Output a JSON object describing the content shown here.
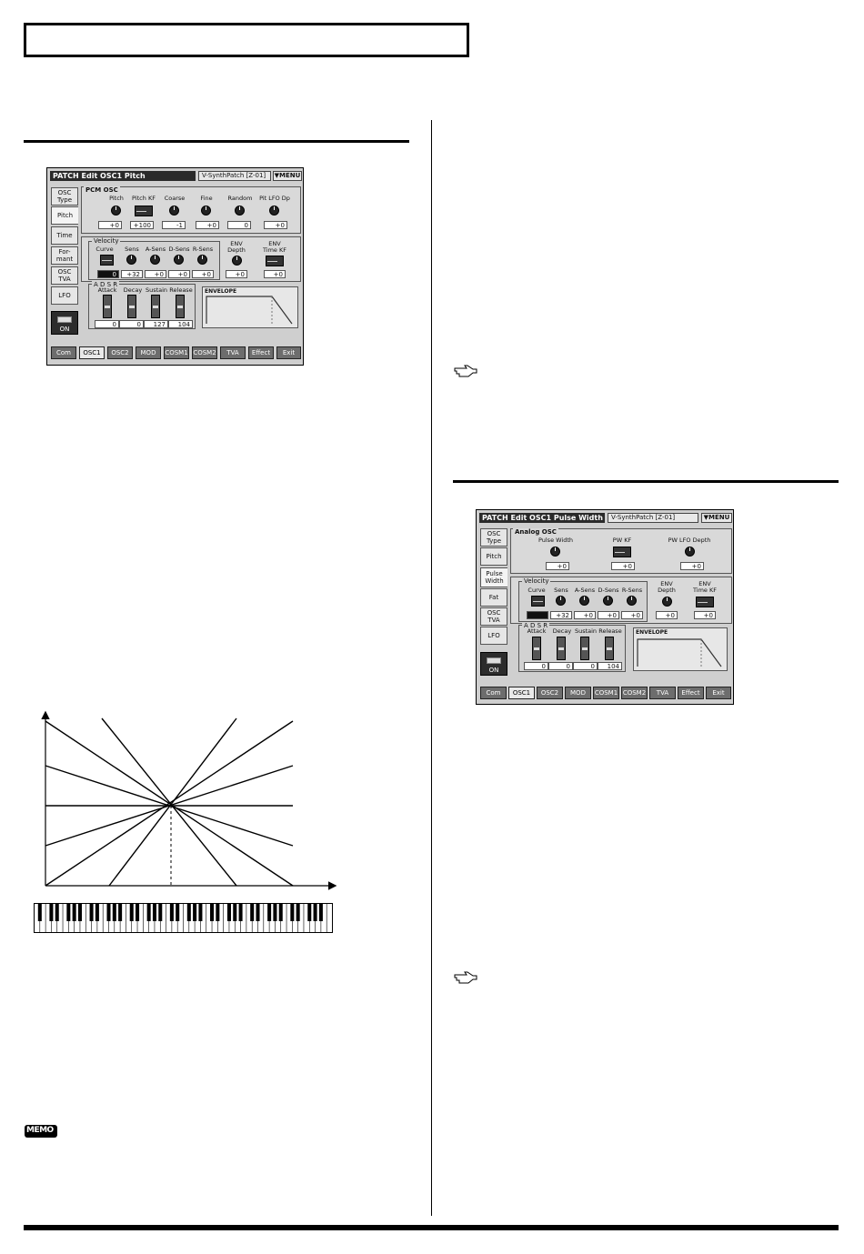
{
  "screen_pitch": {
    "title": "PATCH Edit OSC1 Pitch",
    "patch": "V-SynthPatch [Z-01]",
    "menu": "▼MENU",
    "side_tabs": [
      "OSC\nType",
      "Pitch",
      "Time",
      "For-\nmant",
      "OSC\nTVA",
      "LFO"
    ],
    "on_label": "ON",
    "group_top": "PCM OSC",
    "top_params": [
      {
        "label": "Pitch",
        "value": "+0"
      },
      {
        "label": "Pitch KF",
        "value": "+100"
      },
      {
        "label": "Coarse",
        "value": "-1"
      },
      {
        "label": "Fine",
        "value": "+0"
      },
      {
        "label": "Random",
        "value": "0"
      },
      {
        "label": "Pit LFO Dp",
        "value": "+0"
      }
    ],
    "velocity_label": "Velocity",
    "velocity_params": [
      {
        "label": "Curve",
        "value": "0"
      },
      {
        "label": "Sens",
        "value": "+32"
      },
      {
        "label": "A-Sens",
        "value": "+0"
      },
      {
        "label": "D-Sens",
        "value": "+0"
      },
      {
        "label": "R-Sens",
        "value": "+0"
      }
    ],
    "env_depth": {
      "label": "ENV\nDepth",
      "value": "+0"
    },
    "env_time_kf": {
      "label": "ENV\nTime KF",
      "value": "+0"
    },
    "adsr_label": "A D S R",
    "adsr": [
      {
        "label": "Attack",
        "value": "0"
      },
      {
        "label": "Decay",
        "value": "0"
      },
      {
        "label": "Sustain",
        "value": "127"
      },
      {
        "label": "Release",
        "value": "104"
      }
    ],
    "envelope_label": "ENVELOPE",
    "bottom_tabs": [
      "Com",
      "OSC1",
      "OSC2",
      "MOD",
      "COSM1",
      "COSM2",
      "TVA",
      "Effect",
      "Exit"
    ]
  },
  "screen_pw": {
    "title": "PATCH Edit OSC1 Pulse Width",
    "patch": "V-SynthPatch [Z-01]",
    "menu": "▼MENU",
    "side_tabs": [
      "OSC\nType",
      "Pitch",
      "Pulse\nWidth",
      "Fat",
      "OSC\nTVA",
      "LFO"
    ],
    "on_label": "ON",
    "group_top": "Analog OSC",
    "top_params": [
      {
        "label": "Pulse Width",
        "value": "+0"
      },
      {
        "label": "PW KF",
        "value": "+0"
      },
      {
        "label": "PW LFO Depth",
        "value": "+0"
      }
    ],
    "velocity_label": "Velocity",
    "velocity_params": [
      {
        "label": "Curve",
        "value": ""
      },
      {
        "label": "Sens",
        "value": "+32"
      },
      {
        "label": "A-Sens",
        "value": "+0"
      },
      {
        "label": "D-Sens",
        "value": "+0"
      },
      {
        "label": "R-Sens",
        "value": "+0"
      }
    ],
    "env_depth": {
      "label": "ENV\nDepth",
      "value": "+0"
    },
    "env_time_kf": {
      "label": "ENV\nTime KF",
      "value": "+0"
    },
    "adsr_label": "A D S R",
    "adsr": [
      {
        "label": "Attack",
        "value": "0"
      },
      {
        "label": "Decay",
        "value": "0"
      },
      {
        "label": "Sustain",
        "value": "0"
      },
      {
        "label": "Release",
        "value": "104"
      }
    ],
    "envelope_label": "ENVELOPE",
    "bottom_tabs": [
      "Com",
      "OSC1",
      "OSC2",
      "MOD",
      "COSM1",
      "COSM2",
      "TVA",
      "Effect",
      "Exit"
    ]
  },
  "memo_label": "MEMO"
}
